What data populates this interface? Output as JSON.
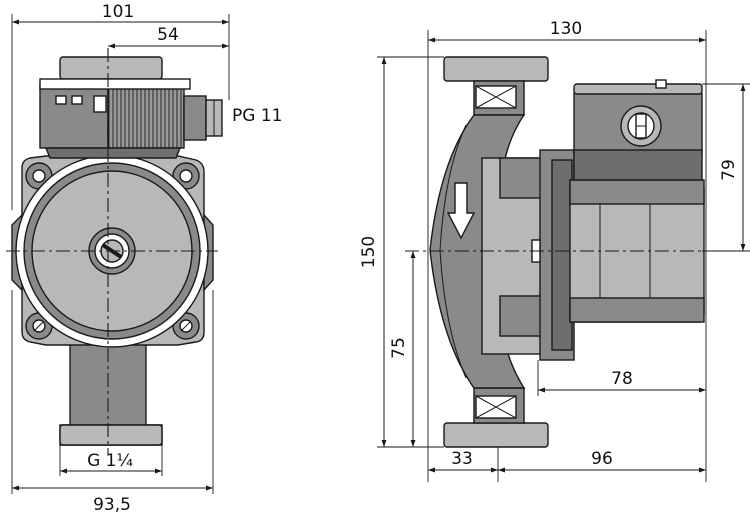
{
  "front_view": {
    "dims": {
      "overall_top_width": "101",
      "top_offset": "54",
      "cable_gland": "PG 11",
      "thread_connection": "G 1¼",
      "bottom_width": "93,5"
    }
  },
  "side_view": {
    "dims": {
      "overall_width": "130",
      "overall_height": "150",
      "module_height": "79",
      "center_height": "75",
      "motor_depth": "78",
      "port_offset": "33",
      "body_depth": "96"
    }
  },
  "colors": {
    "body_grey": "#8a8a8a",
    "light_grey": "#b8b8b8",
    "line": "#1a1a1a"
  }
}
